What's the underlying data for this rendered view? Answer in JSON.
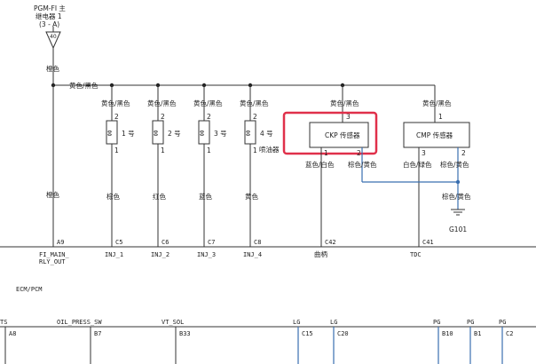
{
  "fuse": {
    "line1": "PGM-FI 主",
    "line2": "继电器 1",
    "line3": "(3 - A)",
    "number": "40"
  },
  "wire_colors": {
    "orange": "橙色",
    "yellow_black": "黄色/黑色",
    "brown": "棕色",
    "red": "红色",
    "blue": "蓝色",
    "yellow": "黄色",
    "blue_white": "蓝色/白色",
    "brown_yellow": "棕色/黄色",
    "white_green": "白色/绿色"
  },
  "injectors": [
    {
      "label": "1 号",
      "pin_top": "2",
      "pin_bottom": "1"
    },
    {
      "label": "2 号",
      "pin_top": "2",
      "pin_bottom": "1"
    },
    {
      "label": "3 号",
      "pin_top": "2",
      "pin_bottom": "1"
    },
    {
      "label": "4 号",
      "pin_top": "2",
      "pin_bottom": "1"
    }
  ],
  "injector_caption": "喷油器",
  "ckp": {
    "label": "CKP 传感器",
    "pin_top": "3",
    "pin_left": "1",
    "pin_right": "2"
  },
  "cmp": {
    "label": "CMP 传感器",
    "pin_top": "1",
    "pin_left": "3",
    "pin_right": "2"
  },
  "ground": "G101",
  "ecm_pins": [
    {
      "pin": "A9",
      "name1": "FI_MAIN_",
      "name2": "RLY_OUT"
    },
    {
      "pin": "C5",
      "name1": "INJ_1",
      "name2": ""
    },
    {
      "pin": "C6",
      "name1": "INJ_2",
      "name2": ""
    },
    {
      "pin": "C7",
      "name1": "INJ_3",
      "name2": ""
    },
    {
      "pin": "C8",
      "name1": "INJ_4",
      "name2": ""
    },
    {
      "pin": "C42",
      "name1": "曲柄",
      "name2": ""
    },
    {
      "pin": "C41",
      "name1": "TDC",
      "name2": ""
    }
  ],
  "ecm_label": "ECM/PCM",
  "bottom_signals": [
    {
      "name": "TS",
      "pin": "A8"
    },
    {
      "name": "OIL_PRESS_SW",
      "pin": "B7"
    },
    {
      "name": "VT_SOL",
      "pin": "B33"
    },
    {
      "name": "LG",
      "pin": "C15"
    },
    {
      "name": "LG",
      "pin": "C20"
    },
    {
      "name": "PG",
      "pin": "B10"
    },
    {
      "name": "PG",
      "pin": "B1"
    },
    {
      "name": "PG",
      "pin": "C2"
    }
  ],
  "colors": {
    "highlight": "#e0304a",
    "signal_wire": "#3a6fb0"
  }
}
